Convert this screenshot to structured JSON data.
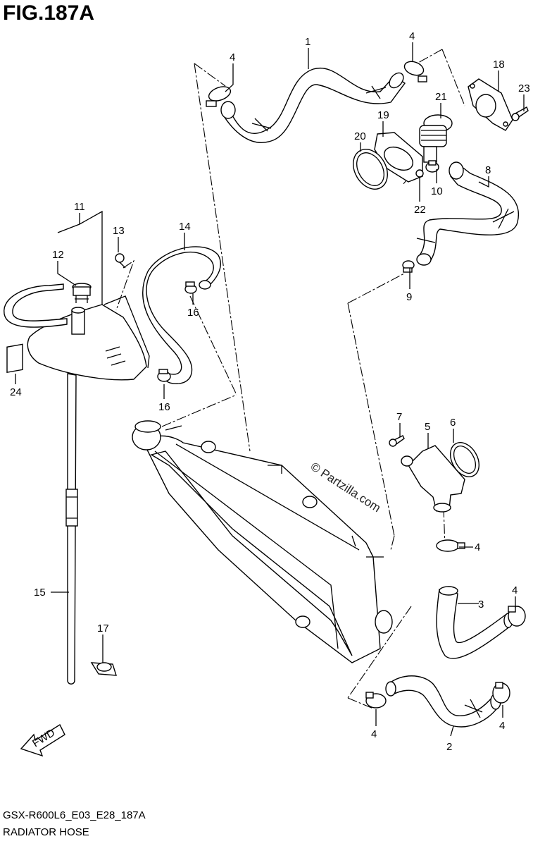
{
  "figure": {
    "title": "FIG.187A",
    "code": "GSX-R600L6_E03_E28_187A",
    "name": "RADIATOR HOSE",
    "watermark": "© Partzilla.com"
  },
  "callouts": [
    "1",
    "2",
    "3",
    "4",
    "5",
    "6",
    "7",
    "8",
    "9",
    "10",
    "11",
    "12",
    "13",
    "14",
    "15",
    "16",
    "17",
    "18",
    "19",
    "20",
    "21",
    "22",
    "23",
    "24"
  ],
  "fwd_label": "FWD"
}
